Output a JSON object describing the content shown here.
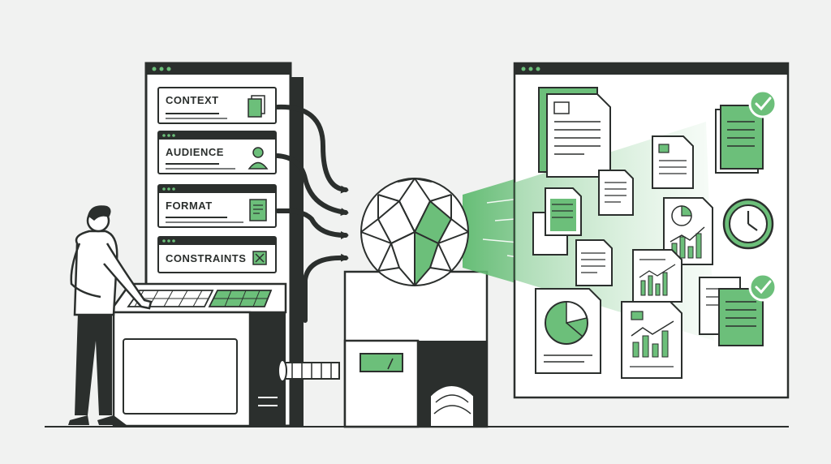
{
  "panels": [
    {
      "label": "CONTEXT",
      "icon": "documents-icon"
    },
    {
      "label": "AUDIENCE",
      "icon": "person-icon"
    },
    {
      "label": "FORMAT",
      "icon": "document-lines-icon"
    },
    {
      "label": "CONSTRAINTS",
      "icon": "x-box-icon"
    }
  ],
  "colors": {
    "ink": "#2b2f2d",
    "green": "#6cbf7a",
    "light_green": "#c9e8cd",
    "paper": "#ffffff",
    "background": "#f1f2f1"
  }
}
